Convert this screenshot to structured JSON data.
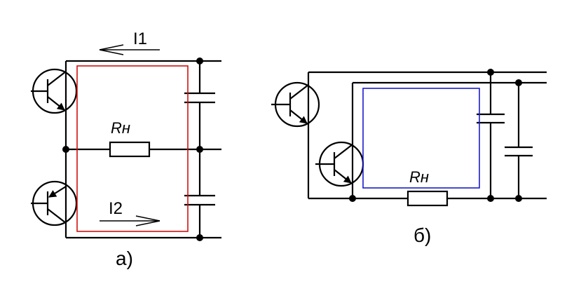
{
  "colors": {
    "wire": "#000000",
    "loop_a": "#d01010",
    "loop_b": "#1a1acc",
    "background": "#ffffff"
  },
  "diagram_a": {
    "caption": "а)",
    "current_top": "I1",
    "current_bottom": "I2",
    "resistor": "Rн"
  },
  "diagram_b": {
    "caption": "б)",
    "resistor": "Rн"
  }
}
